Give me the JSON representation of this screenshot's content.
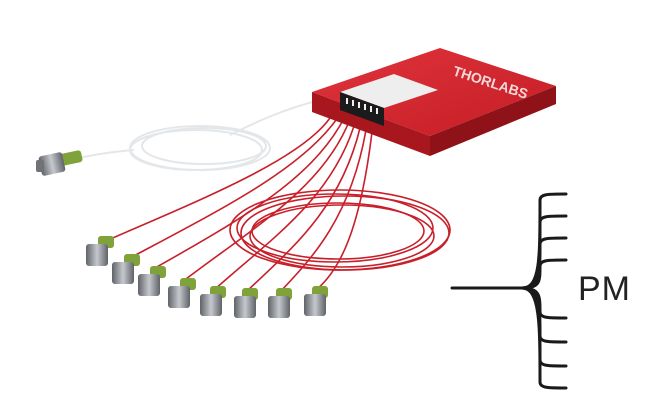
{
  "product": {
    "brand": "THORLABS",
    "input_fibers": 1,
    "output_fibers": 8
  },
  "diagram": {
    "label": "PM",
    "branches": 8
  },
  "colors": {
    "housing": "#cf1f28",
    "housing_dark": "#9e151c",
    "fiber_red": "#c8202a",
    "fiber_white": "#e8eaec",
    "connector_metal": "#8a8f94",
    "boot_green": "#7fa33a",
    "diagram_stroke": "#1a1a1a"
  }
}
